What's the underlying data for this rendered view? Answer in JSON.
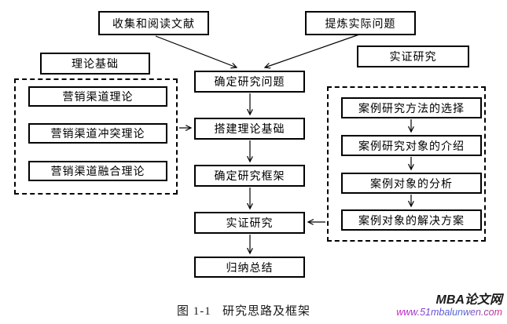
{
  "diagram": {
    "caption": "图 1-1   研究思路及框架",
    "top_row": {
      "collect_literature": "收集和阅读文献",
      "refine_problem": "提炼实际问题"
    },
    "side_headers": {
      "theory_basis": "理论基础",
      "empirical_research": "实证研究"
    },
    "center_flow": [
      {
        "label": "确定研究问题"
      },
      {
        "label": "搭建理论基础"
      },
      {
        "label": "确定研究框架"
      },
      {
        "label": "实证研究"
      },
      {
        "label": "归纳总结"
      }
    ],
    "theory_group": [
      {
        "label": "营销渠道理论"
      },
      {
        "label": "营销渠道冲突理论"
      },
      {
        "label": "营销渠道融合理论"
      }
    ],
    "case_group": [
      {
        "label": "案例研究方法的选择"
      },
      {
        "label": "案例研究对象的介绍"
      },
      {
        "label": "案例对象的分析"
      },
      {
        "label": "案例对象的解决方案"
      }
    ]
  },
  "watermark": {
    "brand": "MBA论文网",
    "url": "www.51mbalunwen.com"
  },
  "colors": {
    "line": "#000000",
    "box_border": "#000000",
    "background": "#ffffff",
    "caption_text": "#1a1a1a",
    "watermark_brand": "#1a1a1a",
    "watermark_url_gradient": [
      "#d624c4",
      "#5a4fd8",
      "#d62488"
    ]
  }
}
